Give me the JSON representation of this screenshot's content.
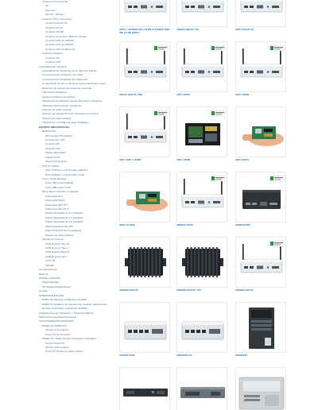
{
  "sidebar": {
    "items": [
      {
        "label": "Armazón Convencional",
        "level": 1
      },
      {
        "label": "4U",
        "level": 2
      },
      {
        "label": "Escritorio",
        "level": 2
      },
      {
        "label": "Slot 5U / Simples",
        "level": 2
      },
      {
        "label": "Armazón CPU e Cómputos",
        "level": 1
      },
      {
        "label": "Armazón CE-PC TN",
        "level": 2
      },
      {
        "label": "Armazón GS-VT",
        "level": 2
      },
      {
        "label": "Armazón GR-NP",
        "level": 2
      },
      {
        "label": "Armazón de fuentes CBS1 de 3,5 dúo",
        "level": 2
      },
      {
        "label": "Armazón CPU de 1080P6",
        "level": 2
      },
      {
        "label": "Armazón CPU de 9080P6",
        "level": 2
      },
      {
        "label": "Armazón CPU de Mtnrs 4U",
        "level": 2
      },
      {
        "label": "Armazón Inteligent",
        "level": 1
      },
      {
        "label": "Armazón VM",
        "level": 2
      },
      {
        "label": "Armazón VHP",
        "level": 2
      },
      {
        "label": "Automatización industrial",
        "level": 0
      },
      {
        "label": "Automatización inteligente de los datos de tránsito",
        "level": 1
      },
      {
        "label": "Funcionamiento inteligente con NaaP",
        "level": 1
      },
      {
        "label": "Funcionamiento inteligente de estaciones",
        "level": 1
      },
      {
        "label": "Computación de alto rendimiento para la fabricación avanzada",
        "level": 1
      },
      {
        "label": "Detección de equipos de protección personal",
        "level": 1
      },
      {
        "label": "Fabricación inteligente",
        "level": 1
      },
      {
        "label": "Gestión inteligente de eventos",
        "level": 1
      },
      {
        "label": "Mantenimiento predictivo para la fabricación inteligente",
        "level": 1
      },
      {
        "label": "Monitoreo Meteorológico Inteligente",
        "level": 1
      },
      {
        "label": "Solución de visión artificial",
        "level": 1
      },
      {
        "label": "Solución de equipamiento de estaciones de servicio",
        "level": 1
      },
      {
        "label": "Solución de visión artificial",
        "level": 1
      },
      {
        "label": "Tratamiento y reciclaje de agua residuales",
        "level": 1
      },
      {
        "label": "EQUIPOS INDUSTRIALES",
        "level": 0,
        "head": true
      },
      {
        "label": "ROBUSTOS",
        "level": 1
      },
      {
        "label": "Mini-móviles PC Fanless",
        "level": 2
      },
      {
        "label": "Armazón E3 y M4",
        "level": 2
      },
      {
        "label": "Armazón M6",
        "level": 2
      },
      {
        "label": "Armazón 419",
        "level": 2
      },
      {
        "label": "Placas industriales",
        "level": 2
      },
      {
        "label": "Placas de PC",
        "level": 2
      },
      {
        "label": "Tarjeta PCI Express",
        "level": 2
      },
      {
        "label": "OTC PC DSKG",
        "level": 1
      },
      {
        "label": "SLOT PICMG 1.3 de formato estándar",
        "level": 2
      },
      {
        "label": "SLOT PICMG 1.3 de formato medio",
        "level": 2
      },
      {
        "label": "Intell y Smart Displays",
        "level": 1
      },
      {
        "label": "Intell+ SBC para estándar",
        "level": 2
      },
      {
        "label": "Intell+ SBC para medio",
        "level": 2
      },
      {
        "label": "Placa Base Industrial y Integrada",
        "level": 1
      },
      {
        "label": "Placa base ATX",
        "level": 2
      },
      {
        "label": "Placa base MATX",
        "level": 2
      },
      {
        "label": "Placa base Mini-ITX",
        "level": 2
      },
      {
        "label": "Placa base Mini-STX",
        "level": 2
      },
      {
        "label": "Placas integradas de 3.5 pulgadas",
        "level": 2
      },
      {
        "label": "Placas integradas de 2.5 pulgadas",
        "level": 2
      },
      {
        "label": "Placas integradas de 3.5 pulgadas",
        "level": 2
      },
      {
        "label": "Placa integrada base PCI",
        "level": 2
      },
      {
        "label": "Placa PCle-ETX de 2.5 pulgadas",
        "level": 2
      },
      {
        "label": "Tarjetas de vídeo gráficas",
        "level": 2
      },
      {
        "label": "Módulo de cómputo",
        "level": 1
      },
      {
        "label": "COM Express Tipo 10",
        "level": 2
      },
      {
        "label": "COM Express Tipo 2",
        "level": 2
      },
      {
        "label": "COM Express Basic 6",
        "level": 2
      },
      {
        "label": "COM Express Tipo 7",
        "level": 2
      },
      {
        "label": "Q7/A TM",
        "level": 2
      },
      {
        "label": "SMARC",
        "level": 2
      },
      {
        "label": "Comunicaciones",
        "level": 0
      },
      {
        "label": "Baterías",
        "level": 0
      },
      {
        "label": "DIGITAL SIGNAGE",
        "level": 0
      },
      {
        "label": "Digital Signage",
        "level": 1
      },
      {
        "label": "IPS Digital Signage Player",
        "level": 1
      },
      {
        "label": "Energía",
        "level": 0
      },
      {
        "label": "HARDWARE ENLACE",
        "level": 0
      },
      {
        "label": "EMBC 30 Gateway multifunción 3G/WIFI",
        "level": 1
      },
      {
        "label": "EMBC 10 Unidades de extensión de medición bidireccional",
        "level": 1
      },
      {
        "label": "Routers industriales multifunción 3G/WIFI",
        "level": 1
      },
      {
        "label": "Infraestructura de Transporte y Transporte Masivo",
        "level": 0
      },
      {
        "label": "Mejora de la seguridad Ferroviaria",
        "level": 0
      },
      {
        "label": "SOLUCIONES INDUSTRIALES",
        "level": 0
      },
      {
        "label": "PANEL PC ROBUSTO",
        "level": 1
      },
      {
        "label": "Monitor de formación",
        "level": 2
      },
      {
        "label": "Panel PC de formación",
        "level": 2
      },
      {
        "label": "PANEL PC multifuncional y Monitores industriales",
        "level": 1
      },
      {
        "label": "Monitor Panel PC",
        "level": 2
      },
      {
        "label": "Monitor táctil resistivo",
        "level": 2
      },
      {
        "label": "Panel PC flexible de marco abierto",
        "level": 2
      }
    ]
  },
  "products": [
    {
      "name": "APPC / ANTENA DE LATÓN FLEXIBLE SMA PIE 3.5 DE DMGA",
      "kind": "white-box",
      "antennas": 0,
      "badge": false
    },
    {
      "name": "AIDE9-T209-PL-GO",
      "kind": "white-box",
      "antennas": 0,
      "badge": false
    },
    {
      "name": "AIEV-T20-PP-P1",
      "kind": "white-box",
      "antennas": 0,
      "badge": false
    },
    {
      "name": "AIEVE-1000-PL-2ND",
      "kind": "white-box",
      "antennas": 2,
      "badge": true
    },
    {
      "name": "AIEV-1030A",
      "kind": "white-box",
      "antennas": 2,
      "badge": true
    },
    {
      "name": "AIEV-1036B",
      "kind": "white-box",
      "antennas": 2,
      "badge": true
    },
    {
      "name": "AIEV-1036 Y 1036P",
      "kind": "white-box",
      "antennas": 2,
      "badge": true
    },
    {
      "name": "AIEV-1036B",
      "kind": "open-board",
      "antennas": 0,
      "badge": true
    },
    {
      "name": "AIEV-1030A",
      "kind": "hand-board",
      "antennas": 0,
      "badge": false
    },
    {
      "name": "AIEV1.0-1090",
      "kind": "hand-board",
      "antennas": 0,
      "badge": false
    },
    {
      "name": "AIEW10-TN-PL",
      "kind": "white-box",
      "antennas": 2,
      "badge": true
    },
    {
      "name": "AIEW10-P/PL",
      "kind": "black-box",
      "antennas": 0,
      "badge": true
    },
    {
      "name": "AIEW90-0050-PL",
      "kind": "black-fins",
      "antennas": 0,
      "badge": false
    },
    {
      "name": "AIEW90-0050-PL-12C",
      "kind": "black-fins",
      "antennas": 0,
      "badge": false
    },
    {
      "name": "AIEW90-A02-PL",
      "kind": "white-box",
      "antennas": 2,
      "badge": true
    },
    {
      "name": "AIEW90-1090",
      "kind": "white-ports",
      "antennas": 0,
      "badge": false
    },
    {
      "name": "AIEW5100-PL",
      "kind": "white-ports",
      "antennas": 0,
      "badge": false
    },
    {
      "name": "AIEW5870",
      "kind": "tower",
      "antennas": 0,
      "badge": false
    },
    {
      "name": "",
      "kind": "rack-1u",
      "antennas": 0,
      "badge": false
    },
    {
      "name": "",
      "kind": "rack-1u-grey",
      "antennas": 0,
      "badge": false
    },
    {
      "name": "",
      "kind": "rack-4u",
      "antennas": 0,
      "badge": false
    }
  ]
}
